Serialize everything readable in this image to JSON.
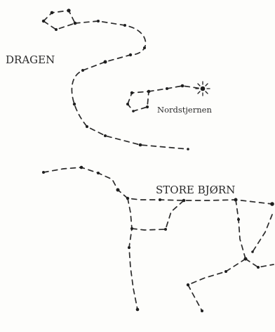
{
  "labels": {
    "dragen": "DRAGEN",
    "nordstjernen": "Nordstjernen",
    "store_bjorn": "STORE BJØRN"
  },
  "colors": {
    "ink": "#2b2b2b",
    "paper": "#fdfdfb"
  },
  "icons": {
    "north_star": "north-star-burst-icon"
  }
}
